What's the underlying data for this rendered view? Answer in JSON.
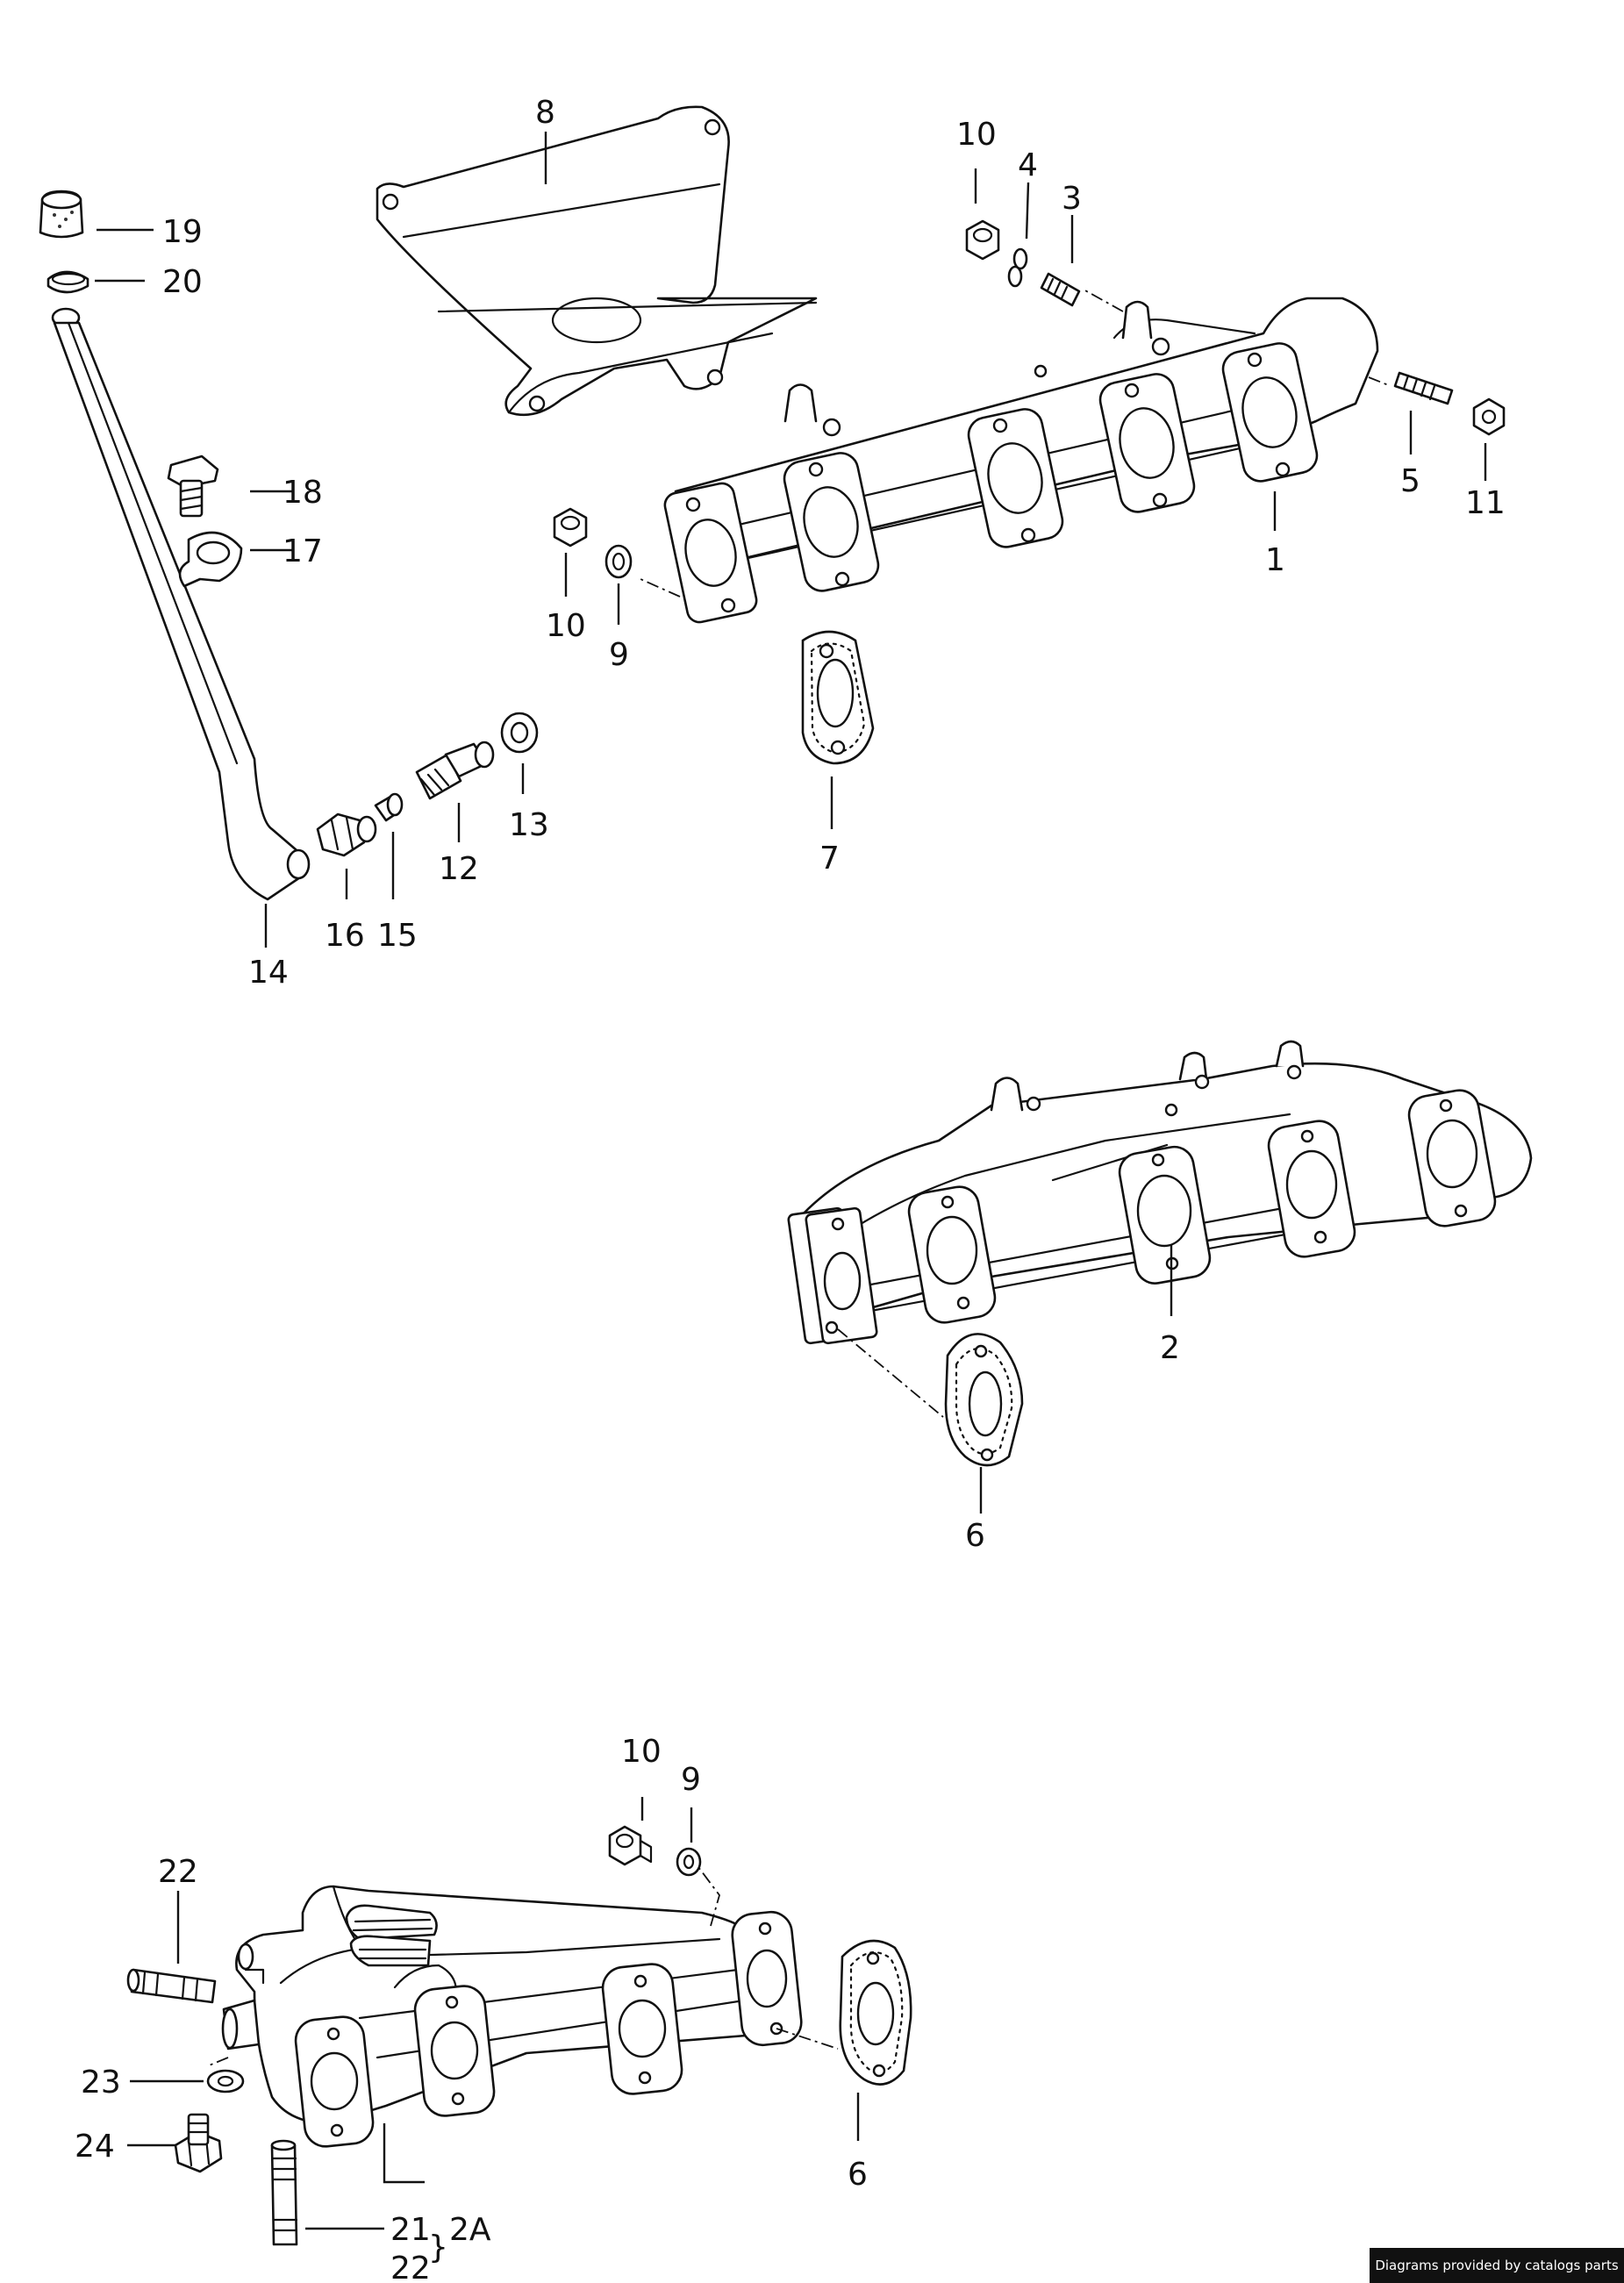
{
  "callouts": {
    "c1": "1",
    "c2": "2",
    "c2A": "2A",
    "c3": "3",
    "c4": "4",
    "c5": "5",
    "c6a": "6",
    "c6b": "6",
    "c7": "7",
    "c8": "8",
    "c9a": "9",
    "c9b": "9",
    "c10a": "10",
    "c10b": "10",
    "c10c": "10",
    "c11": "11",
    "c12": "12",
    "c13": "13",
    "c14": "14",
    "c15": "15",
    "c16": "16",
    "c17": "17",
    "c18": "18",
    "c19": "19",
    "c20": "20",
    "c21": "21",
    "c22a": "22",
    "c22b": "22",
    "c23": "23",
    "c24": "24"
  },
  "brace": "}",
  "credit": "Diagrams provided by catalogs parts",
  "colors": {
    "line": "#111111",
    "background": "#ffffff",
    "credit_bg": "#111111"
  }
}
